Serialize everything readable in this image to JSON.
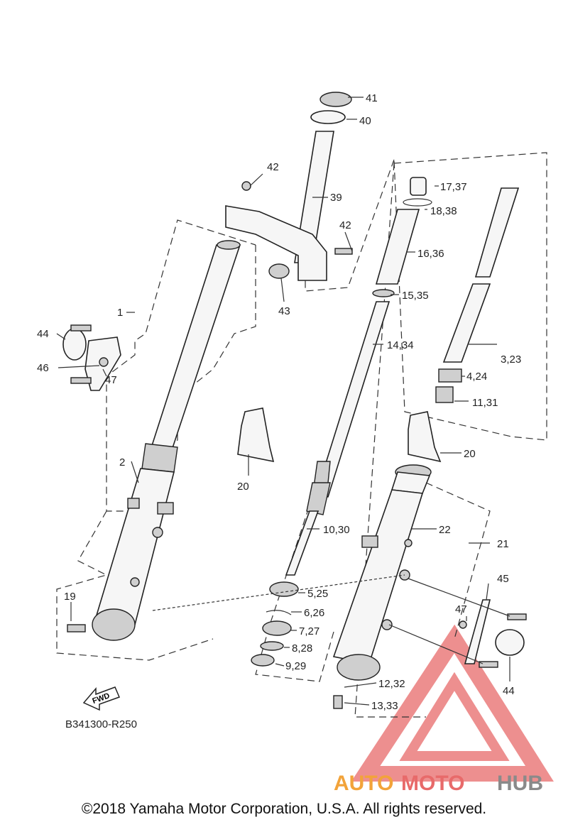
{
  "diagram_code": "B341300-R250",
  "fwd_label": "FWD",
  "copyright": "©2018 Yamaha Motor Corporation, U.S.A. All rights reserved.",
  "watermark": {
    "part1": "AUTO",
    "part2": "MOTO",
    "part3": "HUB"
  },
  "callouts": {
    "c1": "1",
    "c2": "2",
    "c3_23": "3,23",
    "c4_24": "4,24",
    "c5_25": "5,25",
    "c6_26": "6,26",
    "c7_27": "7,27",
    "c8_28": "8,28",
    "c9_29": "9,29",
    "c10_30": "10,30",
    "c11_31": "11,31",
    "c12_32": "12,32",
    "c13_33": "13,33",
    "c14_34": "14,34",
    "c15_35": "15,35",
    "c16_36": "16,36",
    "c17_37": "17,37",
    "c18_38": "18,38",
    "c19": "19",
    "c20a": "20",
    "c20b": "20",
    "c21": "21",
    "c22": "22",
    "c39": "39",
    "c40": "40",
    "c41": "41",
    "c42a": "42",
    "c42b": "42",
    "c43": "43",
    "c44a": "44",
    "c44b": "44",
    "c45": "45",
    "c46": "46",
    "c47a": "47",
    "c47b": "47"
  }
}
